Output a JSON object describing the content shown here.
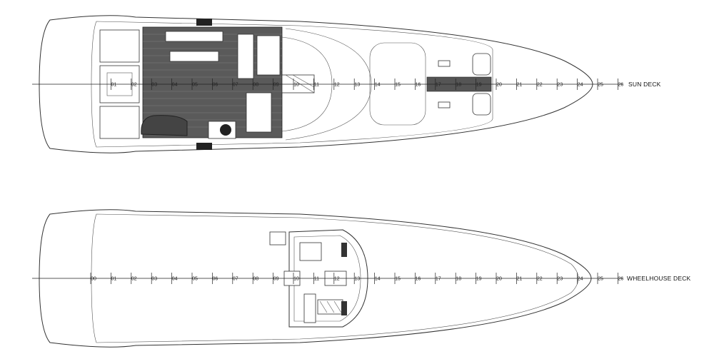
{
  "decks": [
    {
      "label": "SUN DECK"
    },
    {
      "label": "WHEELHOUSE DECK"
    }
  ],
  "stations": [
    "00",
    "01",
    "02",
    "03",
    "04",
    "05",
    "06",
    "07",
    "08",
    "09",
    "10",
    "11",
    "12",
    "13",
    "14",
    "15",
    "16",
    "17",
    "18",
    "19",
    "20",
    "21",
    "22",
    "23",
    "24",
    "25",
    "26"
  ]
}
